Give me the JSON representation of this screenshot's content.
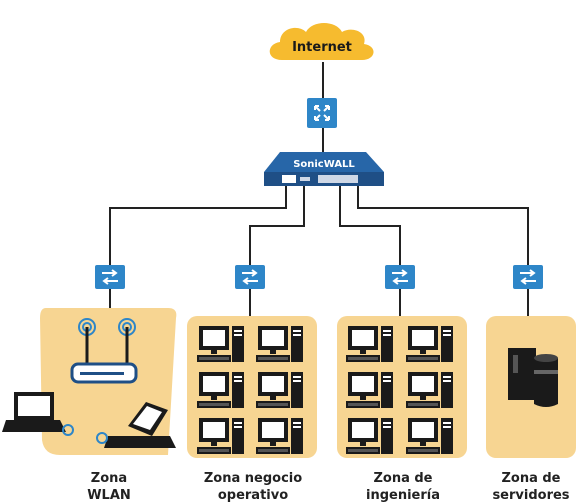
{
  "diagram": {
    "internet_label": "Internet",
    "firewall_label": "SonicWALL",
    "colors": {
      "cloud": "#F6BB2F",
      "switch": "#2E86C8",
      "firewall": "#1F4F86",
      "zone": "#F7D592",
      "line": "#222222"
    },
    "zones": [
      {
        "line1": "Zona",
        "line2": "WLAN",
        "icon": "wlan"
      },
      {
        "line1": "Zona negocio",
        "line2": "operativo",
        "icon": "workstations"
      },
      {
        "line1": "Zona de",
        "line2": "ingeniería",
        "icon": "workstations"
      },
      {
        "line1": "Zona de",
        "line2": "servidores",
        "icon": "servers"
      }
    ]
  }
}
